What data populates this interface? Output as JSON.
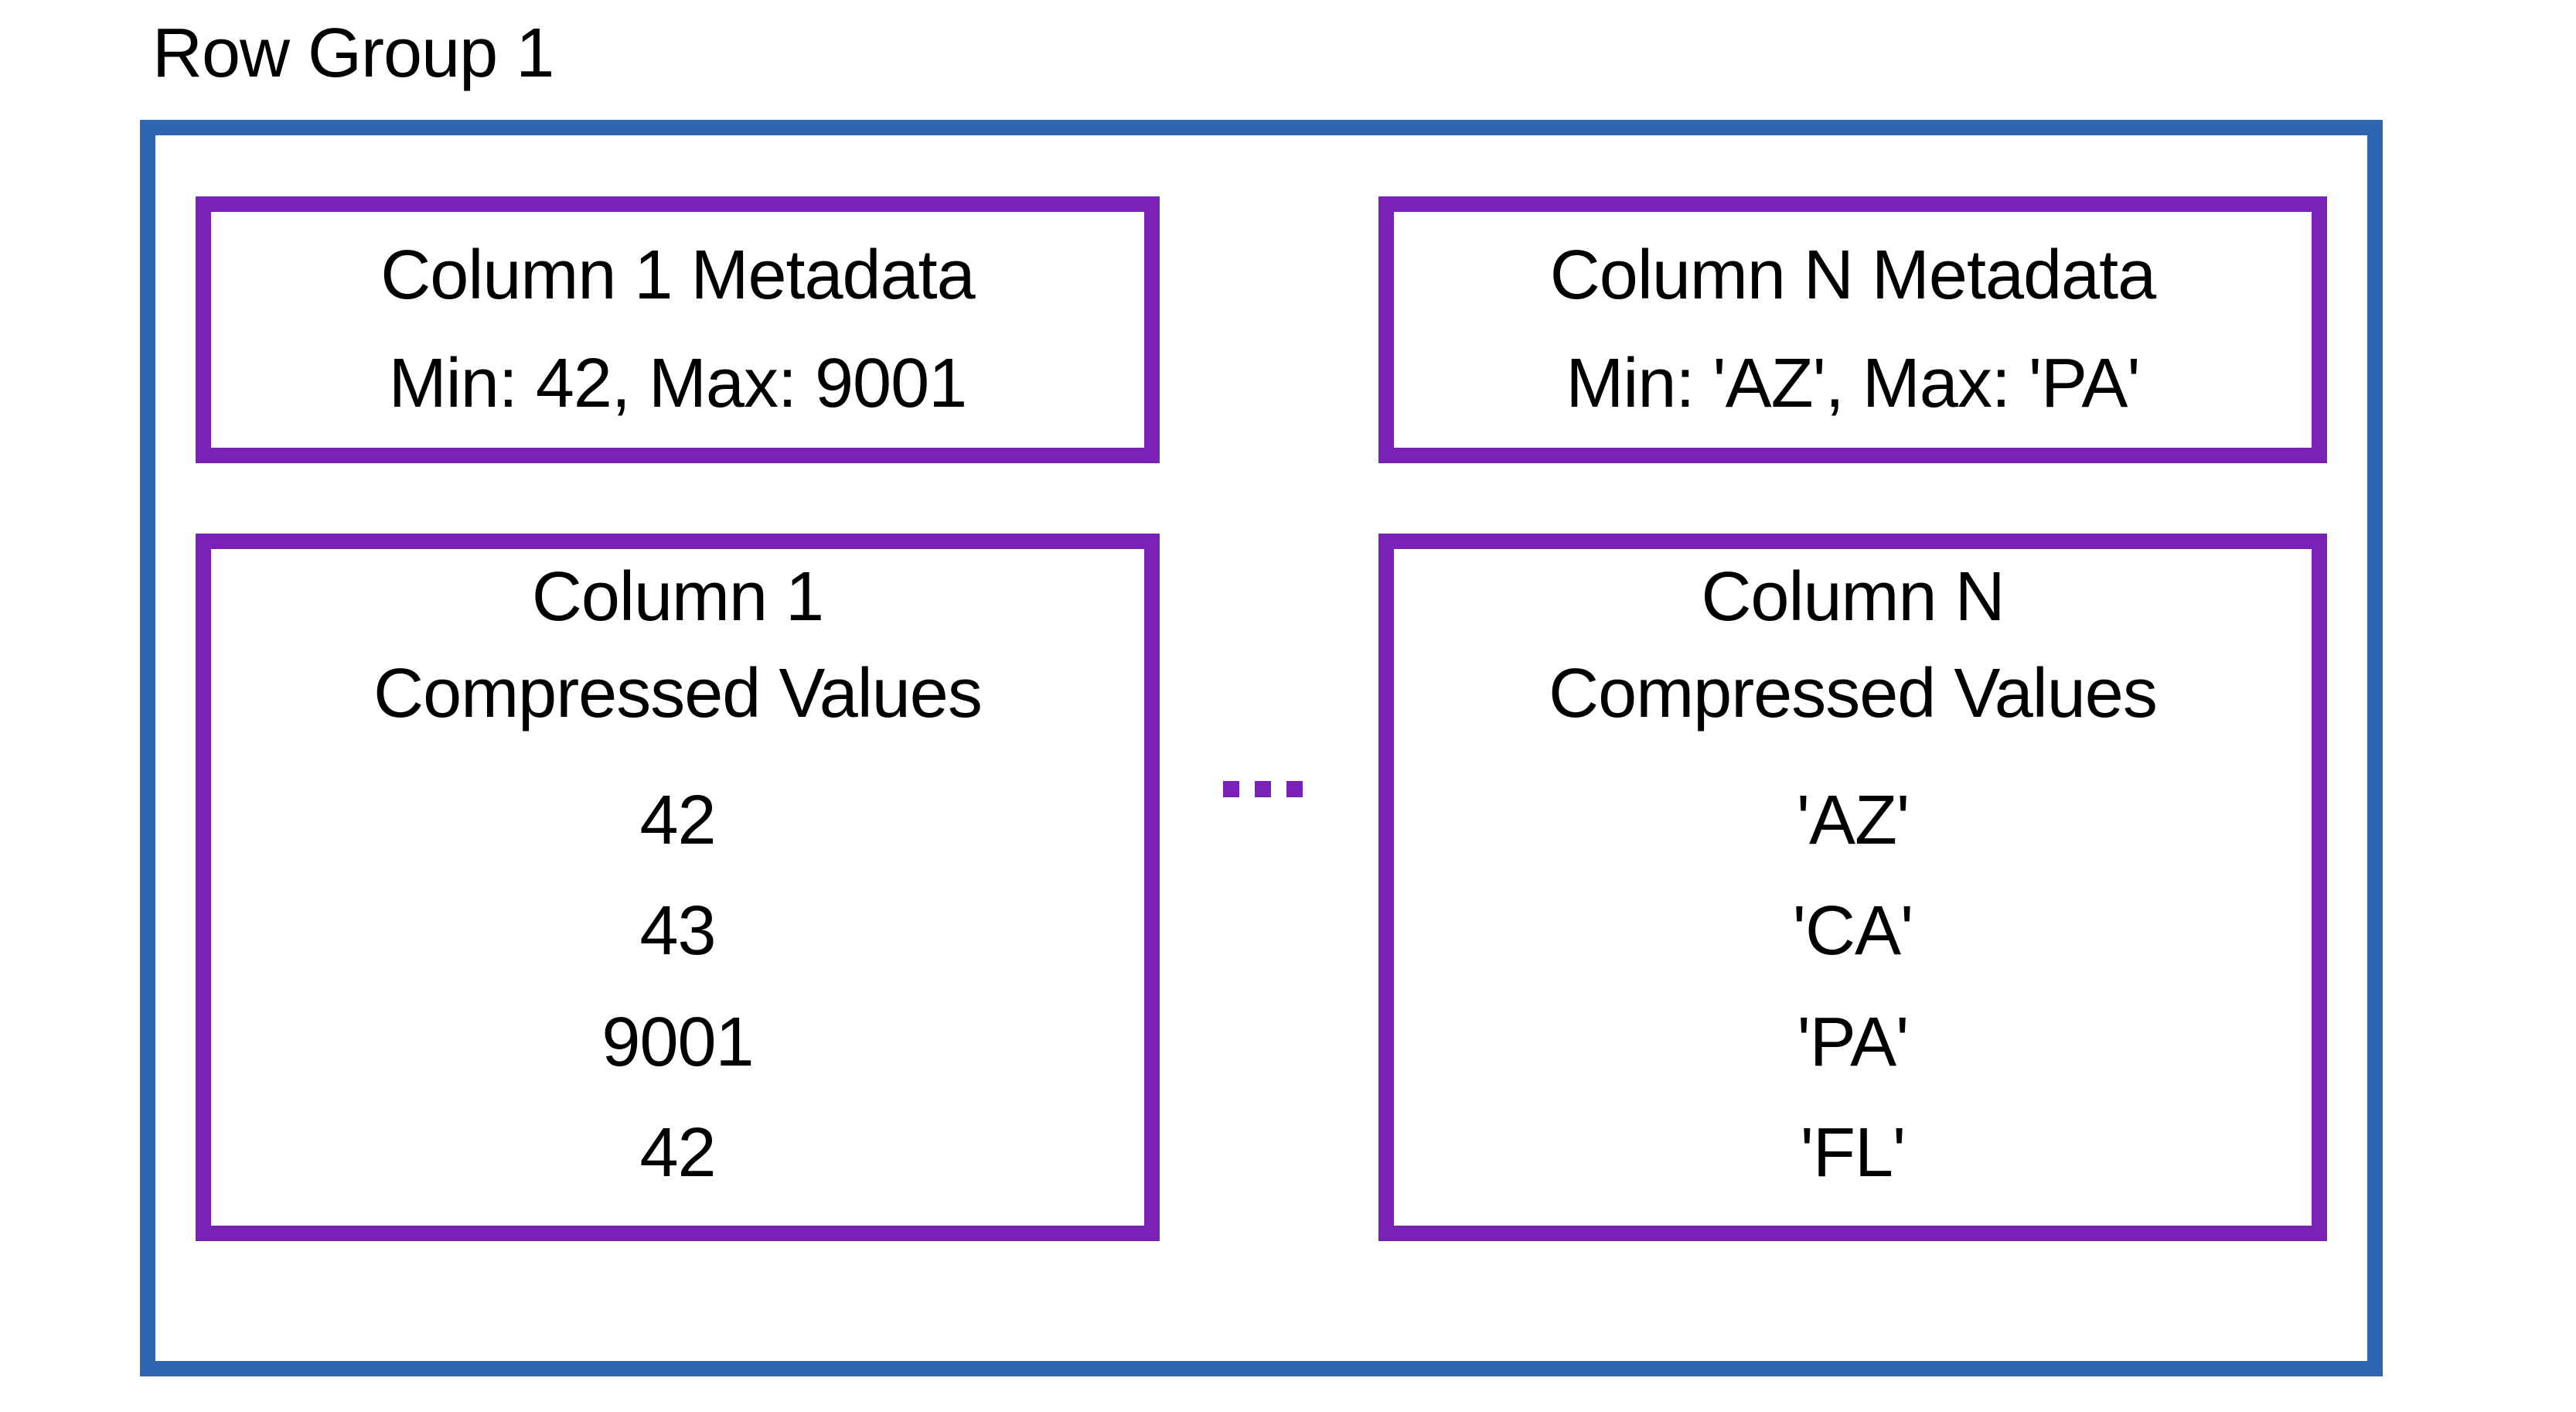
{
  "diagram": {
    "title": "Row Group 1",
    "ellipsis": "...",
    "colors": {
      "outer_border": "#2E66B2",
      "inner_border": "#7A22B8",
      "text": "#000000",
      "background": "#FFFFFF"
    },
    "columns": [
      {
        "name": "column-1",
        "metadata": {
          "title": "Column 1 Metadata",
          "stats": "Min: 42, Max: 9001"
        },
        "values": {
          "header_line1": "Column 1",
          "header_line2": "Compressed Values",
          "items": [
            "42",
            "43",
            "9001",
            "42"
          ]
        }
      },
      {
        "name": "column-n",
        "metadata": {
          "title": "Column N Metadata",
          "stats": "Min: 'AZ', Max: 'PA'"
        },
        "values": {
          "header_line1": "Column N",
          "header_line2": "Compressed Values",
          "items": [
            "'AZ'",
            "'CA'",
            "'PA'",
            "'FL'"
          ]
        }
      }
    ]
  }
}
